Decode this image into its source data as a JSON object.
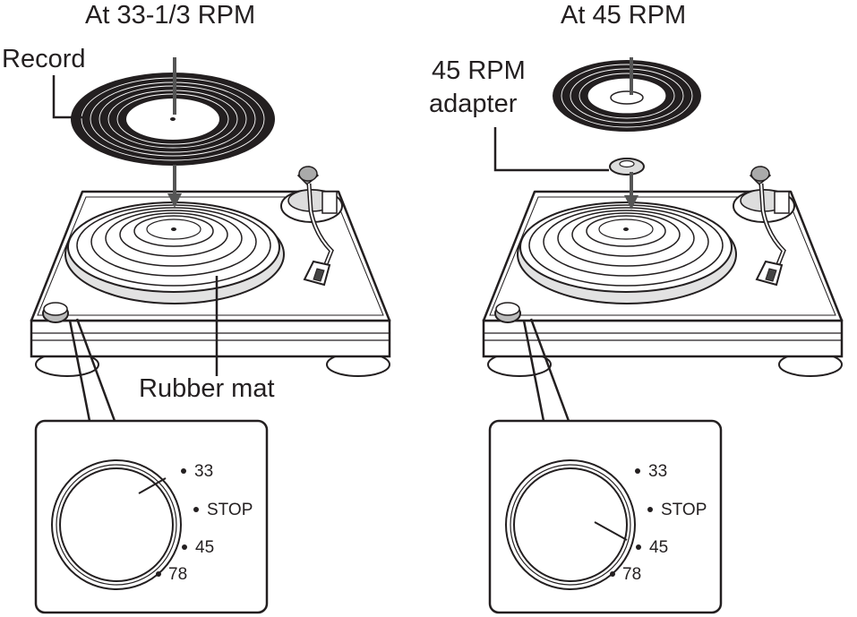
{
  "panels": [
    {
      "id": "left",
      "heading": "At 33-1/3 RPM",
      "labels": {
        "record": "Record",
        "mat": "Rubber mat"
      },
      "dial": {
        "options": [
          "33",
          "STOP",
          "45",
          "78"
        ],
        "selected": "33"
      }
    },
    {
      "id": "right",
      "heading": "At 45 RPM",
      "labels": {
        "adapter_line1": "45 RPM",
        "adapter_line2": "adapter"
      },
      "dial": {
        "options": [
          "33",
          "STOP",
          "45",
          "78"
        ],
        "selected": "45"
      }
    }
  ],
  "colors": {
    "ink": "#231f20",
    "arrow": "#555555",
    "record": "#231f20"
  }
}
